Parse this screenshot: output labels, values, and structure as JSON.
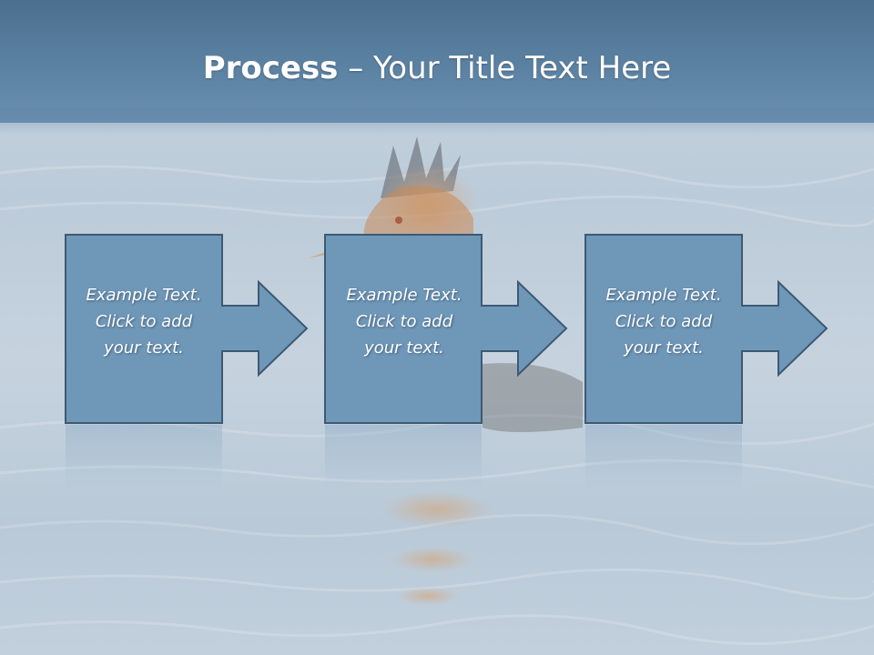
{
  "title": {
    "bold": "Process",
    "rest": " – Your Title Text Here"
  },
  "steps": [
    {
      "lines": [
        "Example Text.",
        "Click  to add",
        "your text."
      ]
    },
    {
      "lines": [
        "Example Text.",
        "Click  to add",
        "your text."
      ]
    },
    {
      "lines": [
        "Example Text.",
        "Click  to add",
        "your text."
      ]
    }
  ],
  "colors": {
    "title_band": "#5a7fa0",
    "box_fill": "#6f97b8",
    "box_stroke": "#3d5a73",
    "text": "#ffffff"
  },
  "background": {
    "subject": "grebe-bird-on-water"
  }
}
